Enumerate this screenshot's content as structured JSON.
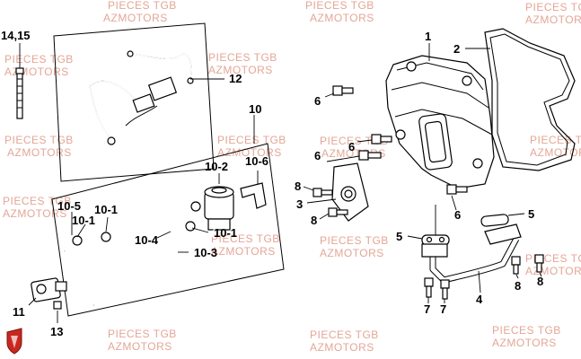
{
  "watermark": {
    "line1": "PIECES TGB",
    "line2": "AZMOTORS",
    "color": "#e4a696"
  },
  "callouts": {
    "c_14_15": "14,15",
    "c_12": "12",
    "c_10": "10",
    "c_10_2": "10-2",
    "c_10_6": "10-6",
    "c_10_5": "10-5",
    "c_10_1_a": "10-1",
    "c_10_1_b": "10-1",
    "c_10_1_c": "10-1",
    "c_10_4": "10-4",
    "c_10_3": "10-3",
    "c_11": "11",
    "c_13": "13",
    "c_1": "1",
    "c_2": "2",
    "c_6_a": "6",
    "c_6_b": "6",
    "c_6_c": "6",
    "c_6_d": "6",
    "c_8_a": "8",
    "c_8_b": "8",
    "c_8_c": "8",
    "c_8_d": "8",
    "c_3": "3",
    "c_5_a": "5",
    "c_5_b": "5",
    "c_4": "4",
    "c_7_a": "7",
    "c_7_b": "7"
  },
  "logo": {
    "name": "tgb-shield-logo",
    "color": "#c8281e"
  }
}
